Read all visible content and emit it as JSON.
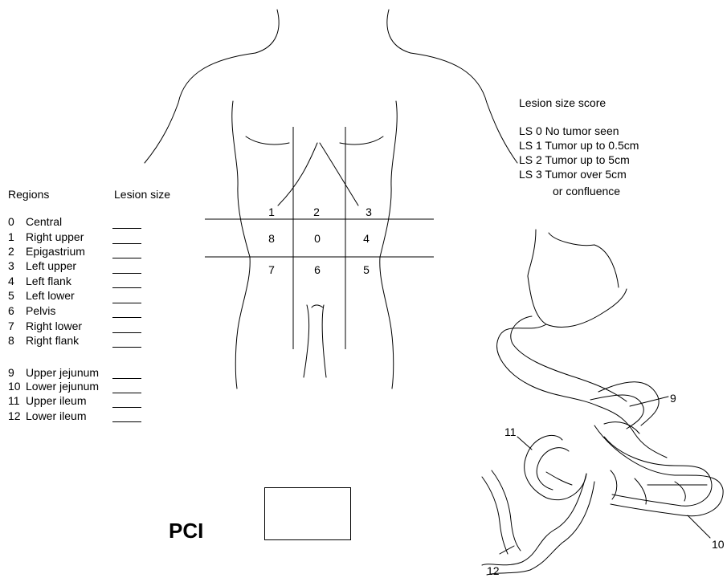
{
  "regions_header": "Regions",
  "lesion_size_header": "Lesion size",
  "regions": [
    {
      "num": "0",
      "name": "Central"
    },
    {
      "num": "1",
      "name": "Right upper"
    },
    {
      "num": "2",
      "name": "Epigastrium"
    },
    {
      "num": "3",
      "name": "Left upper"
    },
    {
      "num": "4",
      "name": "Left flank"
    },
    {
      "num": "5",
      "name": "Left lower"
    },
    {
      "num": "6",
      "name": "Pelvis"
    },
    {
      "num": "7",
      "name": "Right lower"
    },
    {
      "num": "8",
      "name": "Right flank"
    }
  ],
  "small_bowel_regions": [
    {
      "num": "9",
      "name": "Upper jejunum"
    },
    {
      "num": "10",
      "name": "Lower jejunum"
    },
    {
      "num": "11",
      "name": "Upper ileum"
    },
    {
      "num": "12",
      "name": "Lower ileum"
    }
  ],
  "lesion_size_score": {
    "title": "Lesion size score",
    "items": [
      "LS 0 No tumor seen",
      "LS 1 Tumor up to 0.5cm",
      "LS 2 Tumor up to 5cm",
      "LS 3 Tumor over 5cm"
    ],
    "continuation": "or confluence"
  },
  "grid_labels": [
    "1",
    "2",
    "3",
    "8",
    "0",
    "4",
    "7",
    "6",
    "5"
  ],
  "bowel_labels": [
    "9",
    "10",
    "11",
    "12"
  ],
  "pci": {
    "label": "PCI",
    "value": ""
  }
}
